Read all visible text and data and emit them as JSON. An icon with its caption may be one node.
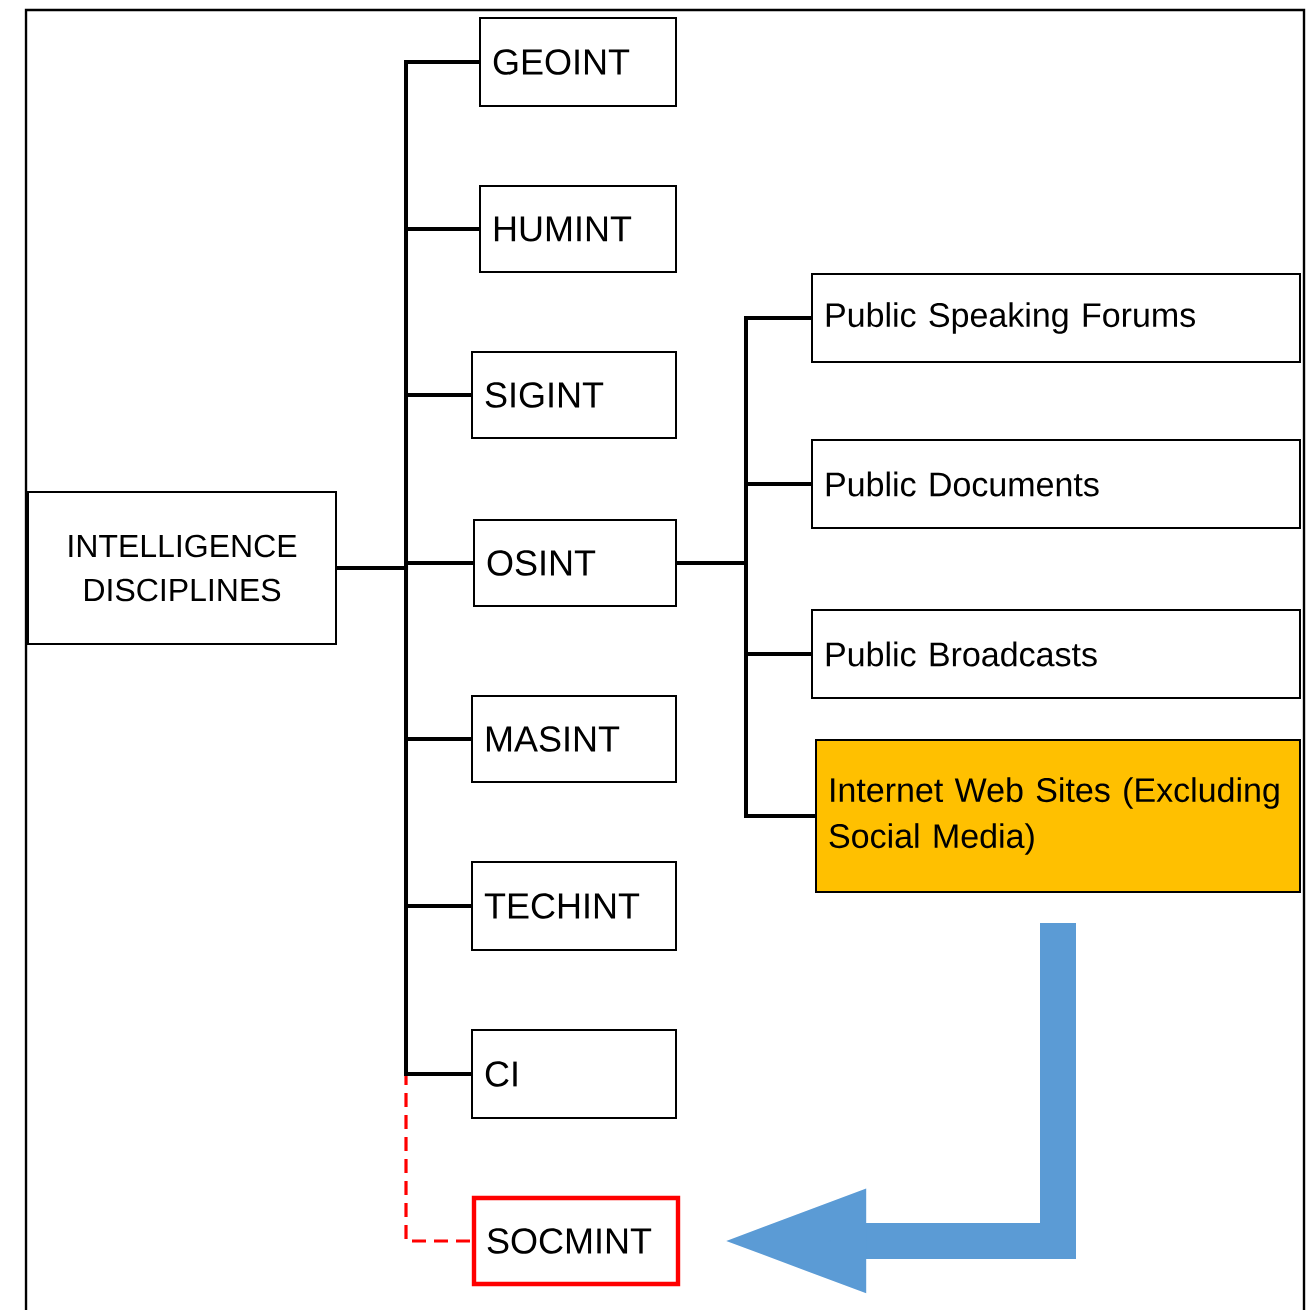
{
  "diagram": {
    "nodes": [
      {
        "text": [
          "INTELLIGENCE DISCIPLINES"
        ]
      },
      {
        "text": [
          "GEOINT"
        ]
      },
      {
        "text": [
          "HUMINT"
        ]
      },
      {
        "text": [
          "SIGINT"
        ]
      },
      {
        "text": [
          "OSINT"
        ]
      },
      {
        "text": [
          "MASINT"
        ]
      },
      {
        "text": [
          "TECHINT"
        ]
      },
      {
        "text": [
          "CI"
        ]
      },
      {
        "text": [
          "SOCMINT"
        ]
      },
      {
        "text": [
          "Public Speaking Forums"
        ]
      },
      {
        "text": [
          "Public Documents"
        ]
      },
      {
        "text": [
          "Public Broadcasts"
        ]
      },
      {
        "text": [
          "Internet Web Sites (Excluding Social Media)"
        ]
      }
    ],
    "edges": [
      {
        "from": 0,
        "to": 1,
        "arrow": "none"
      },
      {
        "from": 0,
        "to": 2,
        "arrow": "none"
      },
      {
        "from": 0,
        "to": 3,
        "arrow": "none"
      },
      {
        "from": 0,
        "to": 4,
        "arrow": "none"
      },
      {
        "from": 0,
        "to": 5,
        "arrow": "none"
      },
      {
        "from": 0,
        "to": 6,
        "arrow": "none"
      },
      {
        "from": 0,
        "to": 7,
        "arrow": "none"
      },
      {
        "from": 0,
        "to": 8,
        "arrow": "none",
        "style": "dashed",
        "color": "#ff0000"
      },
      {
        "from": 4,
        "to": 9,
        "arrow": "none"
      },
      {
        "from": 4,
        "to": 10,
        "arrow": "none"
      },
      {
        "from": 4,
        "to": 11,
        "arrow": "none"
      },
      {
        "from": 4,
        "to": 12,
        "arrow": "none"
      },
      {
        "from": 12,
        "to": 8,
        "arrow": "to",
        "style": "thick",
        "color": "#5b9bd5"
      }
    ]
  }
}
